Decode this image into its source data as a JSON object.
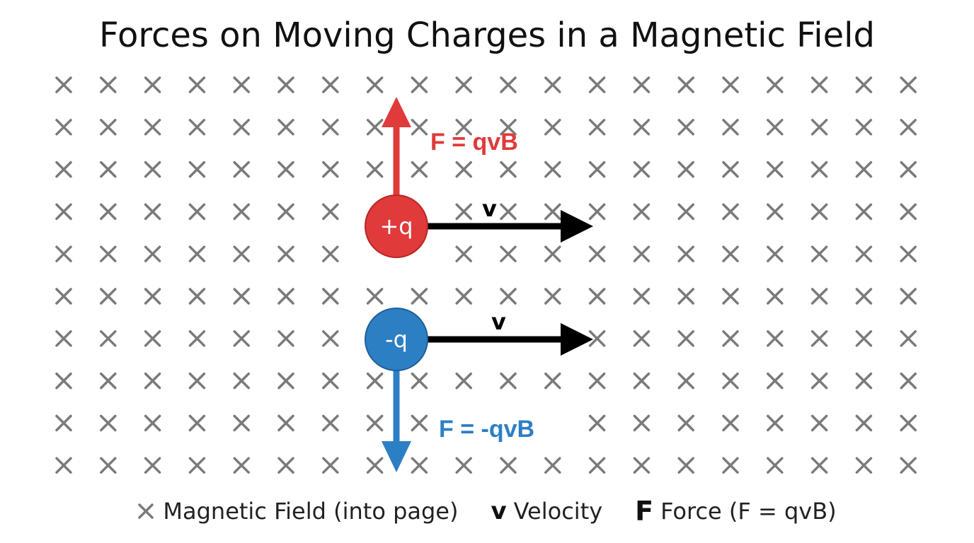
{
  "title": "Forces on Moving Charges in a Magnetic Field",
  "field": {
    "symbol_icon": "cross-icon",
    "direction": "into page",
    "color": "#7a7a7a"
  },
  "positive_charge": {
    "label": "+q",
    "color": "#e03a3a",
    "velocity_label": "v",
    "force_label": "F = qvB",
    "force_direction": "up"
  },
  "negative_charge": {
    "label": "-q",
    "color": "#2d7fc4",
    "velocity_label": "v",
    "force_label": "F = -qvB",
    "force_direction": "down"
  },
  "legend": {
    "field_label": "Magnetic Field (into page)",
    "velocity_symbol": "v",
    "velocity_label": "Velocity",
    "force_symbol": "F",
    "force_label": "Force (F = qvB)"
  },
  "colors": {
    "velocity_arrow": "#000000",
    "text": "#111111"
  }
}
